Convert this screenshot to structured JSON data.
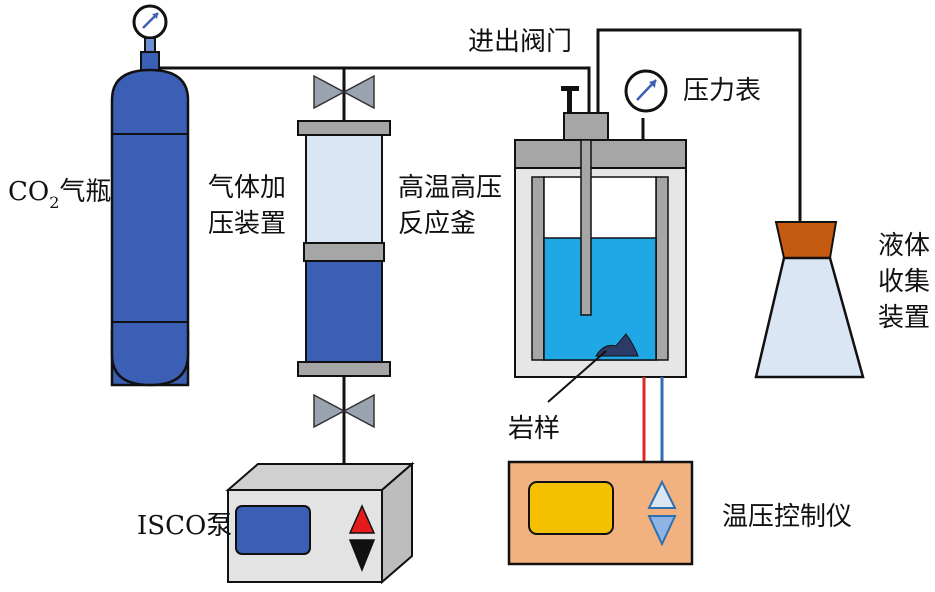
{
  "labels": {
    "co2_prefix": "CO",
    "co2_sub": "2",
    "co2_suffix": "气瓶",
    "gas_device_line1": "气体加",
    "gas_device_line2": "压装置",
    "reactor_line1": "高温高压",
    "reactor_line2": "反应釜",
    "inout_valve": "进出阀门",
    "pressure_gauge": "压力表",
    "liquid_line1": "液体",
    "liquid_line2": "收集",
    "liquid_line3": "装置",
    "rock_sample": "岩样",
    "isco_pump": "ISCO泵",
    "controller": "温压控制仪"
  },
  "colors": {
    "cylinder_blue": "#3b5fb5",
    "water_blue": "#1fa7e6",
    "light_blue": "#dbe6f5",
    "gray": "#a6a6a6",
    "pump_gray": "#e3e3e3",
    "controller_orange": "#f2b27f",
    "display_yellow": "#f5c000",
    "display_blue": "#3b5fb5",
    "funnel_brown": "#c55a11",
    "arrow_red": "#e31b1b",
    "line_red": "#d92b2b",
    "line_blue": "#2e6fb0"
  },
  "icons": [
    "pressure-gauge-icon",
    "valve-icon",
    "up-arrow-icon",
    "down-arrow-icon"
  ]
}
